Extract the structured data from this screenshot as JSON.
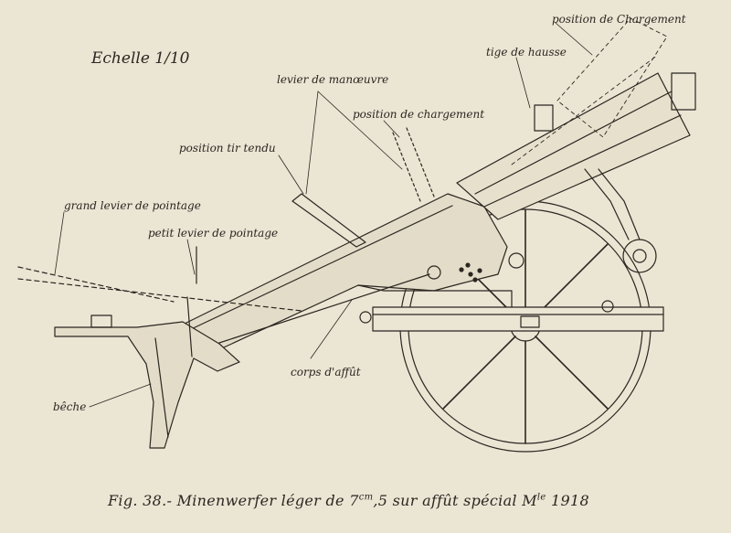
{
  "scale_label": "Echelle 1/10",
  "labels": {
    "position_chargement_top": "position de Chargement",
    "tige_de_hausse": "tige de hausse",
    "levier_de_manoeuvre": "levier de manœuvre",
    "position_de_chargement": "position de chargement",
    "position_tir_tendu": "position tir tendu",
    "grand_levier": "grand levier de pointage",
    "petit_levier": "petit levier de pointage",
    "corps_affut": "corps d'affût",
    "beche": "bêche"
  },
  "caption": {
    "prefix": "Fig. 38.- Minenwerfer léger de 7",
    "sup1": "cm",
    "mid": ",5 sur affût spécial M",
    "sup2": "le",
    "year": "1918"
  },
  "colors": {
    "paper": "#ebe5d4",
    "ink": "#2b2620"
  }
}
